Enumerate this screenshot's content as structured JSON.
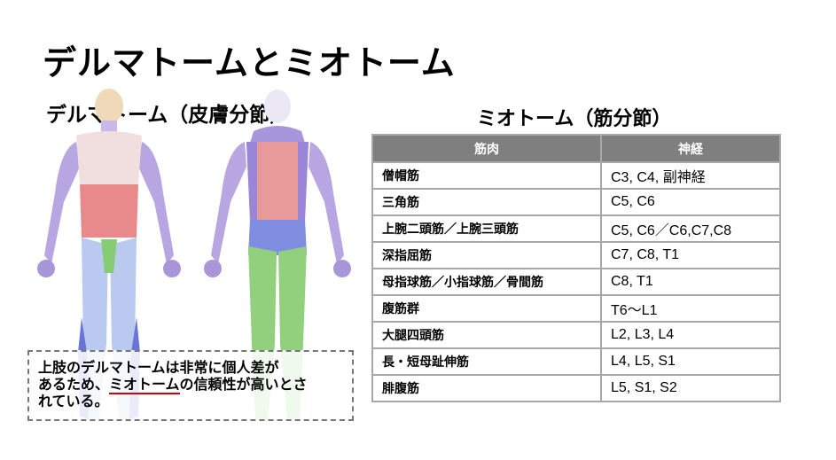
{
  "title": "デルマトームとミオトーム",
  "dermatome_heading": "デルマトーム（皮膚分節）",
  "myotome_heading": "ミオトーム（筋分節）",
  "note": {
    "line1": "上肢のデルマトームは非常に個人差が",
    "line2_pre": "あるため、",
    "line2_underlined": "ミオトーム",
    "line2_post": "の信頼性が高いとさ",
    "line3": "れている。"
  },
  "table": {
    "headers": [
      "筋肉",
      "神経"
    ],
    "rows": [
      {
        "muscle": "僧帽筋",
        "nerve": "C3, C4, 副神経"
      },
      {
        "muscle": "三角筋",
        "nerve": "C5, C6"
      },
      {
        "muscle": "上腕二頭筋／上腕三頭筋",
        "nerve": "C5, C6／C6,C7,C8"
      },
      {
        "muscle": "深指屈筋",
        "nerve": "C7, C8, T1"
      },
      {
        "muscle": "母指球筋／小指球筋／骨間筋",
        "nerve": "C8, T1"
      },
      {
        "muscle": "腹筋群",
        "nerve": "T6～L1"
      },
      {
        "muscle": "大腿四頭筋",
        "nerve": "L2, L3, L4"
      },
      {
        "muscle": "長・短母趾伸筋",
        "nerve": "L4, L5, S1"
      },
      {
        "muscle": "腓腹筋",
        "nerve": "L5, S1, S2"
      }
    ]
  },
  "colors": {
    "header_bg": "#7f7f7f",
    "border": "#a8a8a8",
    "underline": "#d40000",
    "zone_red": "#e8787a",
    "zone_purple": "#9a88d8",
    "zone_blue": "#8aa8e8",
    "zone_green": "#88cc78"
  }
}
